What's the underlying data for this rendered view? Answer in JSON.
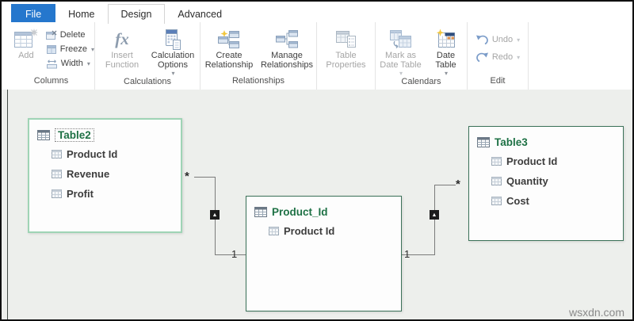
{
  "window": {
    "tabs": [
      {
        "label": "File"
      },
      {
        "label": "Home"
      },
      {
        "label": "Design"
      },
      {
        "label": "Advanced"
      }
    ]
  },
  "ribbon": {
    "groups": [
      {
        "label": "Columns",
        "buttons": [
          "Add",
          "Delete",
          "Freeze",
          "Width"
        ]
      },
      {
        "label": "Calculations",
        "buttons": [
          "Insert Function",
          "Calculation Options"
        ]
      },
      {
        "label": "Relationships",
        "buttons": [
          "Create Relationship",
          "Manage Relationships"
        ]
      },
      {
        "label": "",
        "buttons": [
          "Table Properties"
        ]
      },
      {
        "label": "Calendars",
        "buttons": [
          "Mark as Date Table",
          "Date Table"
        ]
      },
      {
        "label": "Edit",
        "buttons": [
          "Undo",
          "Redo"
        ]
      }
    ]
  },
  "glyphs": {
    "caret": "▾",
    "arrow_up": "▲",
    "fx": "fx"
  },
  "diagram": {
    "tables": [
      {
        "name": "Table2",
        "fields": [
          "Product Id",
          "Revenue",
          "Profit"
        ],
        "selected": true
      },
      {
        "name": "Product_Id",
        "fields": [
          "Product Id"
        ],
        "selected": false
      },
      {
        "name": "Table3",
        "fields": [
          "Product Id",
          "Quantity",
          "Cost"
        ],
        "selected": false
      }
    ],
    "relationships": [
      {
        "from": "Table2",
        "to": "Product_Id",
        "many_label": "*",
        "one_label": "1"
      },
      {
        "from": "Table3",
        "to": "Product_Id",
        "many_label": "*",
        "one_label": "1"
      }
    ],
    "watermark": "wsxdn.com"
  },
  "colors": {
    "file_tab_blue": "#2577cd",
    "title_green": "#1e7145",
    "selected_border_green": "#9fd4b5",
    "table_border_green": "#3c7259",
    "diagram_bg": "#edefec"
  }
}
